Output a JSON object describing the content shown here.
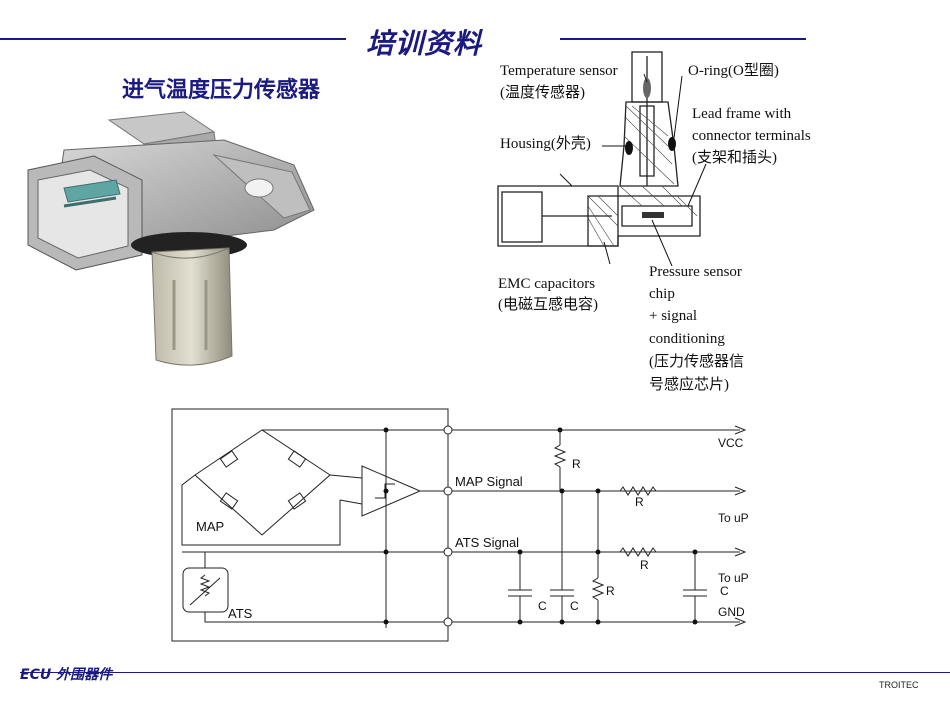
{
  "header": {
    "title": "培训资料"
  },
  "slide": {
    "subtitle": "进气温度压力传感器"
  },
  "diagram_labels": {
    "temp_sensor_en": "Temperature sensor",
    "temp_sensor_cn": "(温度传感器)",
    "oring": "O-ring(O型圈)",
    "lead_frame_1": "Lead frame with",
    "lead_frame_2": "connector terminals",
    "lead_frame_3": "(支架和插头)",
    "housing": "Housing(外壳)",
    "emc_en": "EMC capacitors",
    "emc_cn": "(电磁互感电容)",
    "pressure_1": "Pressure sensor",
    "pressure_2": "chip",
    "pressure_3": "+ signal",
    "pressure_4": "conditioning",
    "pressure_5": "(压力传感器信",
    "pressure_6": "号感应芯片)"
  },
  "circuit": {
    "vcc": "VCC",
    "map_signal": "MAP Signal",
    "ats_signal": "ATS Signal",
    "map": "MAP",
    "ats": "ATS",
    "r": "R",
    "c": "C",
    "to_up": "To uP",
    "gnd": "GND"
  },
  "footer": {
    "left": "ECU 外围器件",
    "right": "TROITEC"
  },
  "colors": {
    "accent": "#1a1a80"
  }
}
